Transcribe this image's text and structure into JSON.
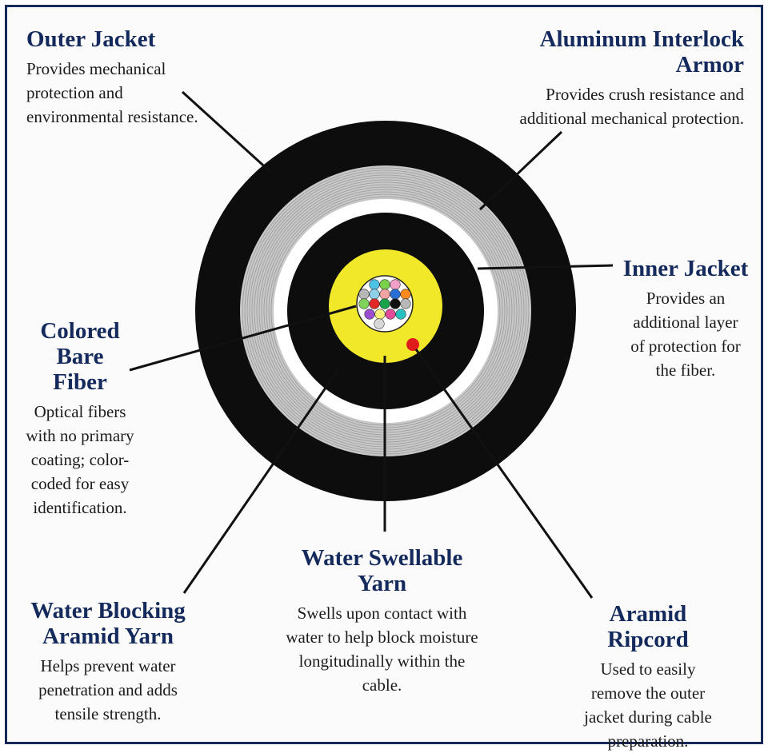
{
  "components": {
    "outer_jacket": {
      "title": "Outer Jacket",
      "description": "Provides mechanical protection and environmental resistance."
    },
    "aluminum_armor": {
      "title": "Aluminum Interlock Armor",
      "description": "Provides crush resistance and additional mechanical protection."
    },
    "inner_jacket": {
      "title": "Inner Jacket",
      "description": "Provides an additional layer of protection for the fiber."
    },
    "colored_fiber": {
      "title": "Colored Bare Fiber",
      "description": "Optical fibers with no primary coating; color-coded for easy identification."
    },
    "water_blocking_yarn": {
      "title": "Water Blocking Aramid Yarn",
      "description": "Helps prevent water penetration and adds tensile strength."
    },
    "water_swellable_yarn": {
      "title": "Water Swellable Yarn",
      "description": "Swells upon contact with water to help block moisture longitudinally within the cable."
    },
    "aramid_ripcord": {
      "title": "Aramid Ripcord",
      "description": "Used to easily remove the outer jacket during cable preparation."
    }
  },
  "colors": {
    "heading": "#142a5c",
    "frame": "#16295a",
    "jacket": "#0d0d0d",
    "armor": "#c8c8c8",
    "core_yarn": "#f2e82a",
    "ripcord": "#e01b1b",
    "fibers": [
      "#4cc3e6",
      "#7ad14a",
      "#f2a0c8",
      "#b7b7b7",
      "#8fd0e8",
      "#f2a3a3",
      "#2a6fd6",
      "#ff8a1e",
      "#7fd35a",
      "#e22727",
      "#1aa34a",
      "#111111",
      "#b8b8b8",
      "#9b4fd0",
      "#f7ef7a",
      "#e14b9a",
      "#27c0c0",
      "#d8d8d8"
    ]
  }
}
